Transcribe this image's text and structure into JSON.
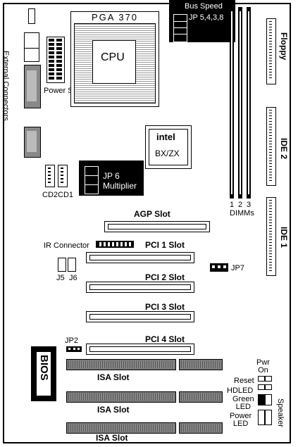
{
  "board": {
    "pga_label": "PGA 370",
    "cpu_label": "CPU",
    "bus_speed_title": "Bus Speed",
    "bus_speed_jumper": "JP 5,4,3,8",
    "floppy_label": "Floppy",
    "external_connectors_label": "External Connectors",
    "power_supply_label": "Power Supply",
    "chipset_brand": "intel",
    "chipset_model": "BX/ZX",
    "ide2_label": "IDE 2",
    "ide1_label": "IDE 1",
    "jp6_label": "JP 6",
    "multiplier_label": "Multiplier",
    "cd2_label": "CD2",
    "cd1_label": "CD1",
    "dimm_numbers": [
      "1",
      "2",
      "3"
    ],
    "dimms_label": "DIMMs",
    "agp_label": "AGP Slot",
    "ir_connector_label": "IR Connector",
    "pci1_label": "PCI 1 Slot",
    "pci2_label": "PCI 2 Slot",
    "pci3_label": "PCI 3 Slot",
    "pci4_label": "PCI 4 Slot",
    "j5_label": "J5",
    "j6_label": "J6",
    "jp7_label": "JP7",
    "jp2_label": "JP2",
    "bios_label": "BIOS",
    "isa1_label": "ISA Slot",
    "isa2_label": "ISA Slot",
    "isa3_label": "ISA Slot",
    "pwr_on_label": "Pwr\nOn",
    "reset_label": "Reset",
    "hdled_label": "HDLED",
    "green_led_label": "Green\nLED",
    "power_led_label": "Power\nLED",
    "speaker_label": "Speaker"
  }
}
